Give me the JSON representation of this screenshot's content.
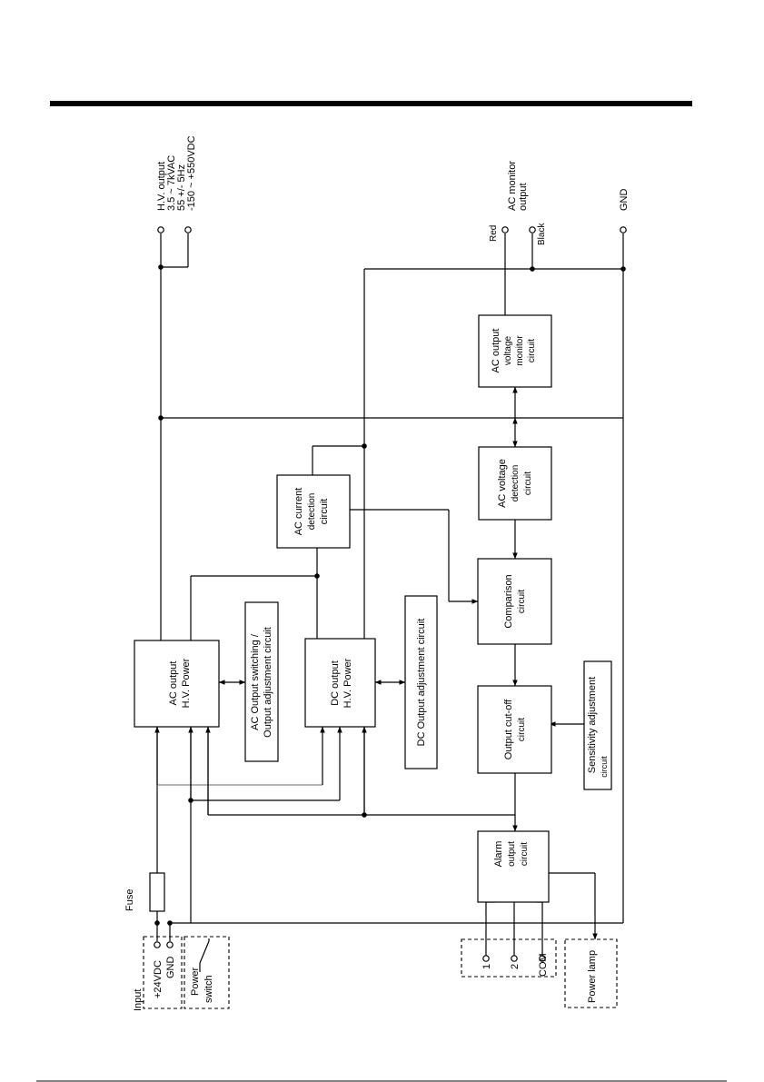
{
  "blocks": {
    "ac_hv_power": [
      "AC output",
      "H.V. Power"
    ],
    "ac_output_switching": [
      "AC Output switching /",
      "Output adjustment circuit"
    ],
    "ac_current_detection": [
      "AC current",
      "detection",
      "circuit"
    ],
    "dc_hv_power": [
      "DC output",
      "H.V. Power"
    ],
    "dc_output_adjustment": [
      "DC Output adjustment circuit"
    ],
    "ac_voltage_monitor": [
      "AC output",
      "voltage",
      "monitor",
      "circuit"
    ],
    "ac_voltage_detection": [
      "AC voltage",
      "detection",
      "circuit"
    ],
    "comparison": [
      "Comparison",
      "circuit"
    ],
    "output_cutoff": [
      "Output cut-off",
      "circuit"
    ],
    "sensitivity_adjustment": [
      "Sensitivity adjustment",
      "circuit"
    ],
    "alarm_output": [
      "Alarm",
      "output",
      "circuit"
    ]
  },
  "labels": {
    "hv_output": [
      "H.V. output",
      "3.5 ~ 7kVAC",
      "55 +/- 5Hz",
      "-150 ~ +550VDC"
    ],
    "ac_monitor_output": [
      "AC monitor",
      "output"
    ],
    "red": "Red",
    "black": "Black",
    "gnd": "GND",
    "fuse": "Fuse",
    "input": "Input",
    "plus24vdc": "+24VDC",
    "input_gnd": "GND",
    "power_switch": [
      "Power",
      "switch"
    ],
    "alarm_terminals": [
      "1",
      "2",
      "COM"
    ],
    "power_lamp": "Power lamp"
  }
}
